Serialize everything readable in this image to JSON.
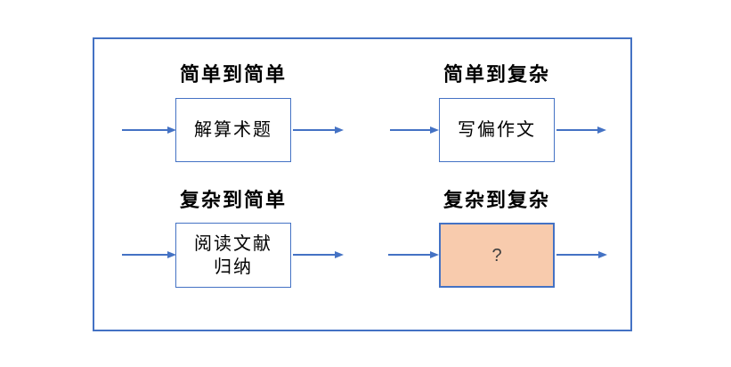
{
  "page": {
    "background": "#FFFFFF"
  },
  "diagram": {
    "accent_color": "#4472C4",
    "highlight_fill": "#F8CBAD",
    "text_color": "#000000",
    "quadrants": [
      {
        "id": "simple-to-simple",
        "title": "简单到简单",
        "box_lines": [
          "解算术题"
        ],
        "box_fill": "#FFFFFF"
      },
      {
        "id": "simple-to-complex",
        "title": "简单到复杂",
        "box_lines": [
          "写偏作文"
        ],
        "box_fill": "#FFFFFF"
      },
      {
        "id": "complex-to-simple",
        "title": "复杂到简单",
        "box_lines": [
          "阅读文献",
          "归纳"
        ],
        "box_fill": "#FFFFFF"
      },
      {
        "id": "complex-to-complex",
        "title": "复杂到复杂",
        "box_lines": [
          "?"
        ],
        "box_fill": "#F8CBAD"
      }
    ]
  }
}
